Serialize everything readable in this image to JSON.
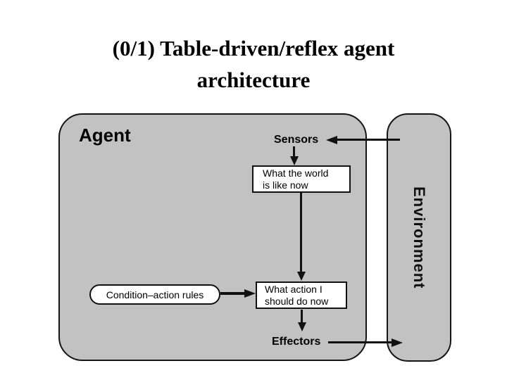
{
  "slide": {
    "title_line1": "(0/1) Table-driven/reflex agent",
    "title_line2": "architecture"
  },
  "diagram": {
    "agent_label": "Agent",
    "environment_label": "Environment",
    "sensors_label": "Sensors",
    "effectors_label": "Effectors",
    "percept_box": {
      "line1": "What the world",
      "line2": "is like now"
    },
    "action_box": {
      "line1": "What action I",
      "line2": "should do now"
    },
    "rules_label": "Condition–action rules",
    "arrows": [
      "environment-to-sensors",
      "sensors-to-percept-box",
      "percept-box-to-action-box",
      "rules-to-action-box",
      "action-box-to-effectors",
      "effectors-to-environment"
    ]
  },
  "colors": {
    "background": "#ffffff",
    "box_fill": "#c2c2c2",
    "box_border": "#141414",
    "node_fill": "#ffffff",
    "line": "#111111",
    "text": "#000000"
  }
}
